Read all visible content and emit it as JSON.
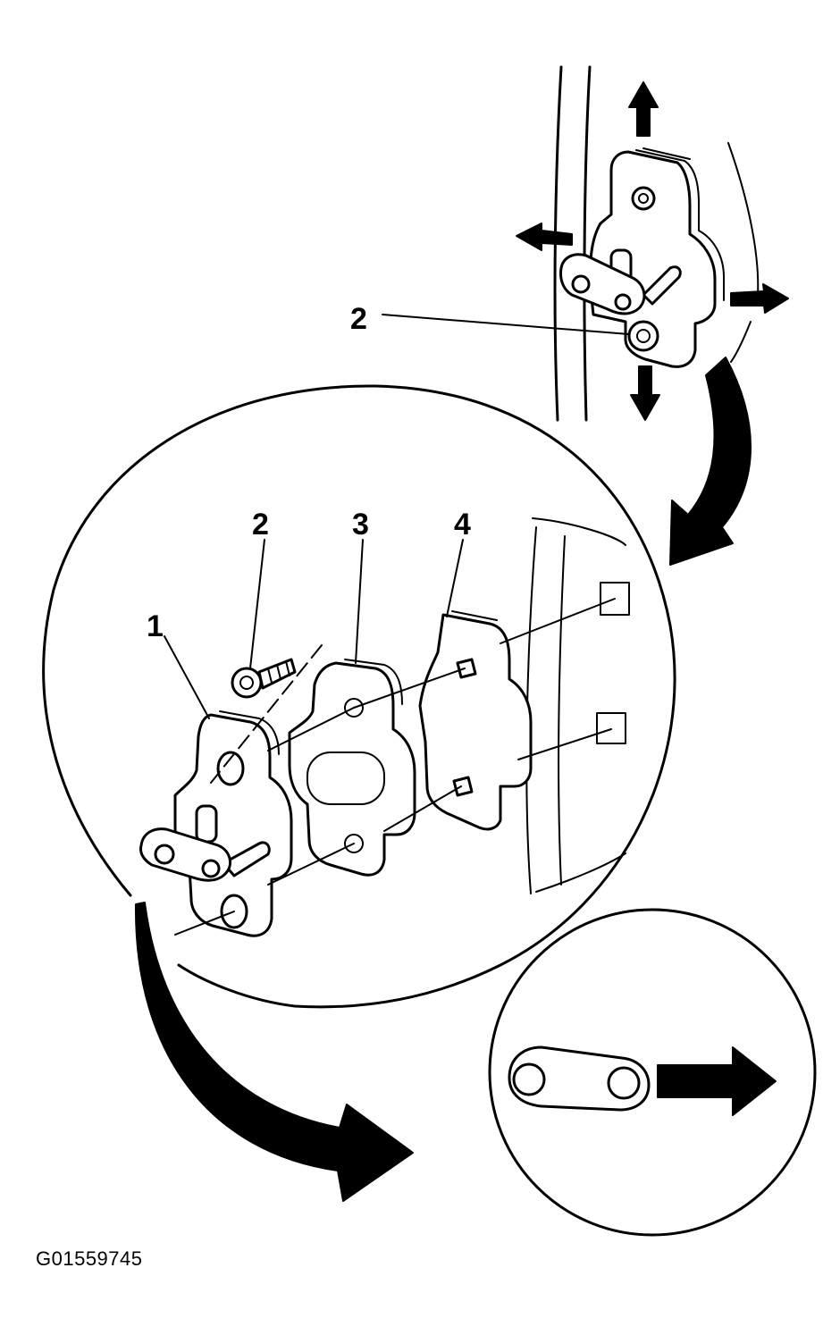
{
  "figure": {
    "id_label": "G01559745",
    "callouts": {
      "upper_2": "2",
      "lower_1": "1",
      "lower_2": "2",
      "lower_3": "3",
      "lower_4": "4"
    },
    "icons": [
      "arrow-up-icon",
      "arrow-down-icon",
      "arrow-left-icon",
      "arrow-right-icon",
      "curved-arrow-icon",
      "bolt-icon",
      "door-check-link-icon"
    ]
  }
}
